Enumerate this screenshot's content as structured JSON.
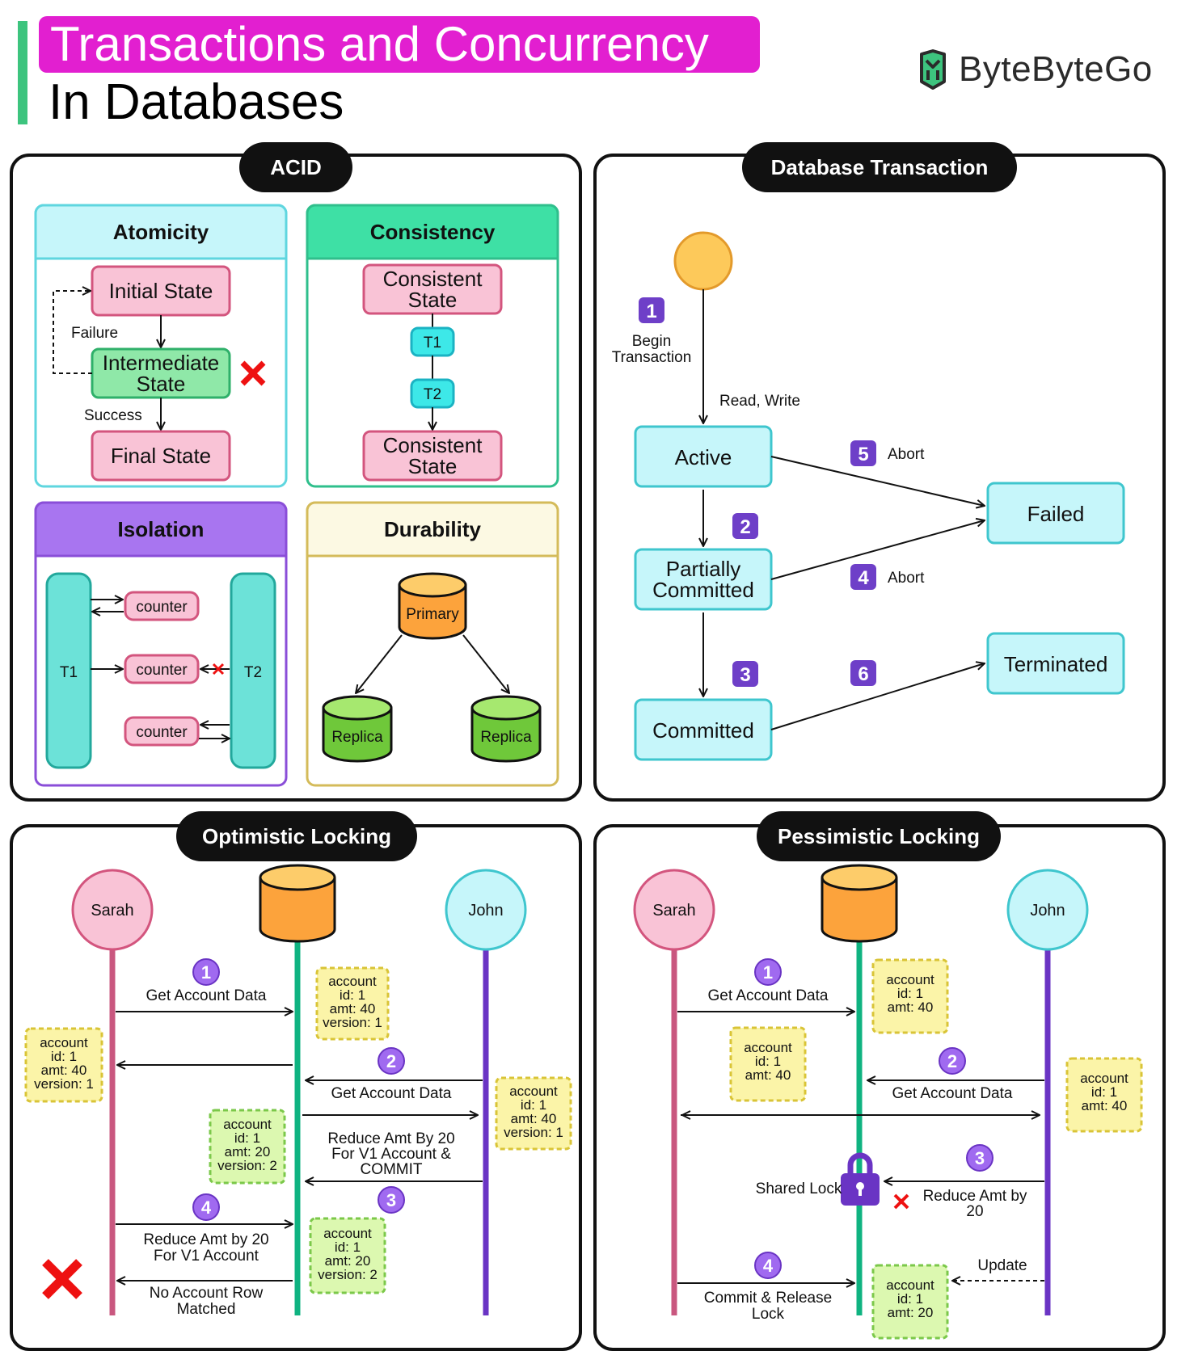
{
  "title": {
    "line1": "Transactions and Concurrency",
    "line2": "In Databases"
  },
  "brand": {
    "name": "ByteByteGo",
    "icon": "bytebytego-logo-icon"
  },
  "colors": {
    "title_bg": "#e21fd0",
    "accent_bar": "#3dc47e",
    "pink_box": "#f9c3d6",
    "cyan_box": "#c6f6fa",
    "green_box": "#8fe8a8",
    "purple_badge": "#6e3fc8"
  },
  "acid": {
    "label": "ACID",
    "atomicity": {
      "header": "Atomicity",
      "initial": "Initial State",
      "intermediate_l1": "Intermediate",
      "intermediate_l2": "State",
      "final": "Final State",
      "failure": "Failure",
      "success": "Success"
    },
    "consistency": {
      "header": "Consistency",
      "state_l1": "Consistent",
      "state_l2": "State",
      "t1": "T1",
      "t2": "T2"
    },
    "isolation": {
      "header": "Isolation",
      "t1": "T1",
      "t2": "T2",
      "counter": "counter"
    },
    "durability": {
      "header": "Durability",
      "primary": "Primary",
      "replica": "Replica"
    }
  },
  "transaction": {
    "label": "Database Transaction",
    "begin_l1": "Begin",
    "begin_l2": "Transaction",
    "read_write": "Read, Write",
    "active": "Active",
    "partial_l1": "Partially",
    "partial_l2": "Committed",
    "committed": "Committed",
    "failed": "Failed",
    "terminated": "Terminated",
    "abort": "Abort",
    "steps": [
      "1",
      "2",
      "3",
      "4",
      "5",
      "6"
    ]
  },
  "optimistic": {
    "label": "Optimistic Locking",
    "sarah": "Sarah",
    "john": "John",
    "steps": [
      "1",
      "2",
      "3",
      "4"
    ],
    "get_data": "Get Account Data",
    "reduce_commit_l1": "Reduce Amt By 20",
    "reduce_commit_l2": "For V1 Account &",
    "reduce_commit_l3": "COMMIT",
    "reduce_v1_l1": "Reduce Amt by 20",
    "reduce_v1_l2": "For V1 Account",
    "no_row_l1": "No Account Row",
    "no_row_l2": "Matched",
    "note_account": "account",
    "note_id": "id: 1",
    "note_amt40": "amt: 40",
    "note_amt20": "amt: 20",
    "note_v1": "version: 1",
    "note_v2": "version: 2"
  },
  "pessimistic": {
    "label": "Pessimistic Locking",
    "sarah": "Sarah",
    "john": "John",
    "steps": [
      "1",
      "2",
      "3",
      "4"
    ],
    "get_data": "Get Account Data",
    "shared_lock": "Shared Lock",
    "reduce_l1": "Reduce Amt by",
    "reduce_l2": "20",
    "commit_l1": "Commit & Release",
    "commit_l2": "Lock",
    "update": "Update",
    "note_account": "account",
    "note_id": "id: 1",
    "note_amt40": "amt: 40",
    "note_amt20": "amt: 20"
  }
}
